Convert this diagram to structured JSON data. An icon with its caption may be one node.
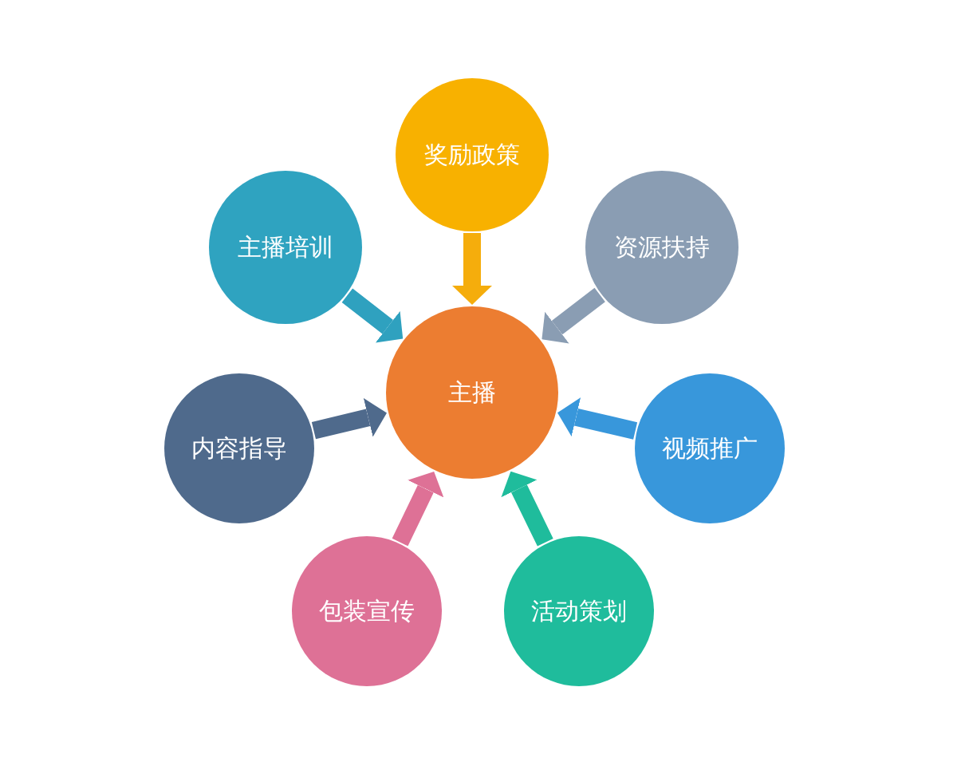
{
  "diagram": {
    "nodes": [
      {
        "text": [
          "奖励政策"
        ]
      },
      {
        "text": [
          "主播培训"
        ]
      },
      {
        "text": [
          "资源扶持"
        ]
      },
      {
        "text": [
          "主播"
        ]
      },
      {
        "text": [
          "内容指导"
        ]
      },
      {
        "text": [
          "视频推广"
        ]
      },
      {
        "text": [
          "包装宣传"
        ]
      },
      {
        "text": [
          "活动策划"
        ]
      }
    ],
    "edges": [
      {
        "from": 0,
        "to": 3,
        "arrow": "to",
        "color": "#f5ad0c"
      },
      {
        "from": 1,
        "to": 3,
        "arrow": "to",
        "color": "#2fa1bf"
      },
      {
        "from": 2,
        "to": 3,
        "arrow": "to",
        "color": "#8a9db3"
      },
      {
        "from": 4,
        "to": 3,
        "arrow": "to",
        "color": "#4f6a8c"
      },
      {
        "from": 5,
        "to": 3,
        "arrow": "to",
        "color": "#3897db"
      },
      {
        "from": 6,
        "to": 3,
        "arrow": "to",
        "color": "#de7196"
      },
      {
        "from": 7,
        "to": 3,
        "arrow": "to",
        "color": "#1fbc9c"
      }
    ]
  }
}
